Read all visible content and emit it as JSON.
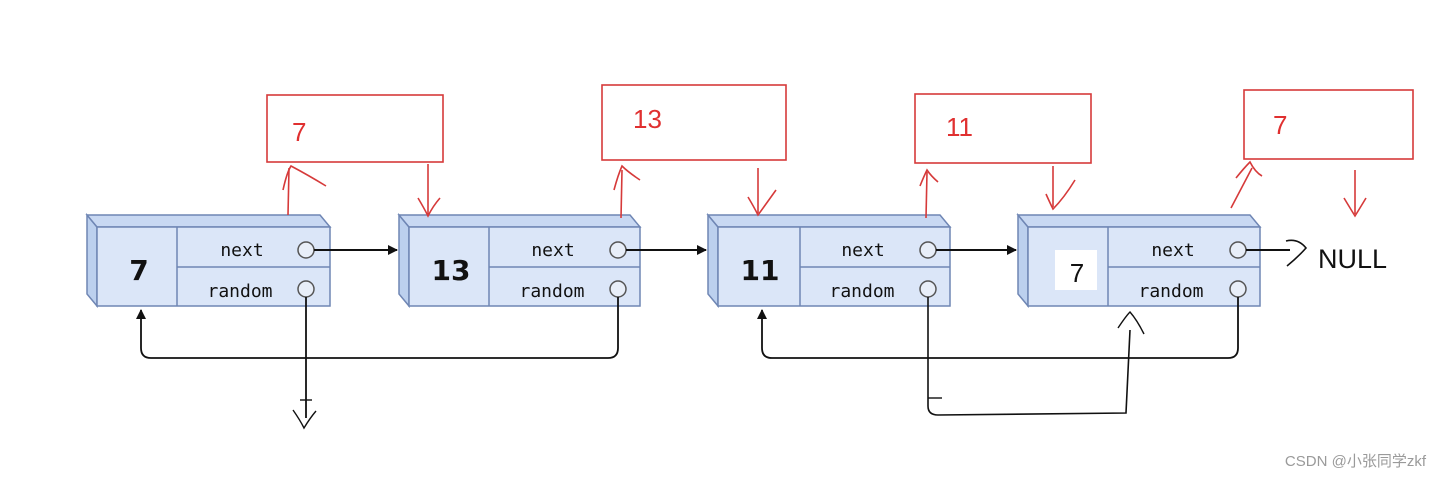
{
  "nodes": [
    {
      "value": "7",
      "next_label": "next",
      "random_label": "random"
    },
    {
      "value": "13",
      "next_label": "next",
      "random_label": "random"
    },
    {
      "value": "11",
      "next_label": "next",
      "random_label": "random"
    },
    {
      "value": "7",
      "next_label": "next",
      "random_label": "random"
    }
  ],
  "copies": [
    {
      "value": "7"
    },
    {
      "value": "13"
    },
    {
      "value": "11"
    },
    {
      "value": "7"
    }
  ],
  "null_label": "NULL",
  "watermark": "CSDN @小张同学zkf",
  "colors": {
    "node_fill": "#dbe6f8",
    "node_side": "#bcd0ee",
    "node_stroke": "#6f86b4",
    "copy_stroke": "#d63a3a",
    "arrow": "#111111"
  }
}
